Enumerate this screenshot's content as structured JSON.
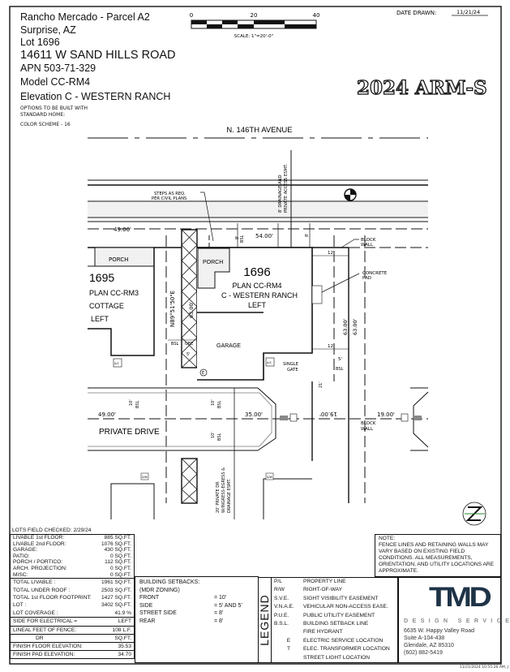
{
  "header": {
    "project": "Rancho Mercado - Parcel A2",
    "city": "Surprise, AZ",
    "lot": "Lot 1696",
    "address": "14611 W SAND HILLS ROAD",
    "apn": "APN  503-71-329",
    "model": "Model CC-RM4",
    "elevation": "Elevation C - WESTERN RANCH",
    "options_1": "OPTIONS TO BE BUILT WITH",
    "options_2": "STANDARD HOME:",
    "color_scheme": "COLOR SCHEME - 16",
    "date_label": "DATE DRAWN:",
    "date_value": "11/21/24"
  },
  "scale_bar": {
    "tick_0": "0",
    "tick_20": "20",
    "tick_40": "40",
    "label": "SCALE: 1\"=20'-0\""
  },
  "plan": {
    "street": "N. 146TH AVENUE",
    "easement_1": "8' DRAINAGE AND",
    "easement_2": "PRIVATE ACCESS ESMT.",
    "steps_1": "STEPS AS REQ.",
    "steps_2": "PER CIVIL PLANS",
    "dim_49_top": "49.00'",
    "dim_54": "54.00'",
    "dim_8a": "8'",
    "dim_8b": "8'",
    "bsl": "BSL",
    "block_wall_1": "BLOCK",
    "block_wall_2": "WALL",
    "concrete_1": "CONCRETE",
    "concrete_2": "PAD",
    "dim_12a": "12'",
    "dim_12b": "12'",
    "dim_63a": "63.00'",
    "dim_63b": "63.00'",
    "dim_63c": "63.00'",
    "bearing": "N89°51'50\"E",
    "dim_5": "5'",
    "ube": "UBE",
    "porch": "PORCH",
    "lot_number": "1696",
    "lot_plan": "PLAN CC-RM4",
    "lot_elev": "C - WESTERN RANCH",
    "lot_hand": "LEFT",
    "garage": "GARAGE",
    "neighbor_number": "1695",
    "neighbor_plan": "PLAN CC-RM3",
    "neighbor_elev": "COTTAGE",
    "neighbor_hand": "LEFT",
    "ac": "A/C",
    "single_gate_1": "SINGLE",
    "single_gate_2": "GATE",
    "dim_21": "21'",
    "dim_10": "10'",
    "private_drive": "PRIVATE DRIVE",
    "dim_49_drive": "49.00'",
    "dim_35": "35.00'",
    "dim_19a": "19.00'",
    "dim_19b": "19.00'",
    "drive_esmt_1": "20' PRIVATE DR",
    "drive_esmt_2": "W/INGRESS-EGRESS &",
    "drive_esmt_3": "DRAINAGE ESMT.",
    "dw": "D/W"
  },
  "lots_checked": "LOTS FIELD CHECKED:  2/29/24",
  "areas": [
    {
      "label": "LIVABLE 1st FLOOR:",
      "value": "885 SQ.FT."
    },
    {
      "label": "LIVABLE 2nd FLOOR:",
      "value": "1076 SQ.FT."
    },
    {
      "label": "GARAGE:",
      "value": "430 SQ.FT."
    },
    {
      "label": "PATIO:",
      "value": "0 SQ.FT."
    },
    {
      "label": "PORCH / PORTICO:",
      "value": "112 SQ.FT."
    },
    {
      "label": "ARCH. PROJECTION:",
      "value": "0 SQ.FT."
    },
    {
      "label": "MISC:",
      "value": "0 SQ.FT."
    }
  ],
  "totals": [
    {
      "label": "TOTAL LIVABLE :",
      "value": "1961 SQ.FT."
    },
    {
      "label": "TOTAL UNDER ROOF :",
      "value": "2503 SQ.FT."
    },
    {
      "label": "TOTAL 1st FLOOR FOOTPRINT:",
      "value": "1427 SQ.FT."
    },
    {
      "label": "LOT :",
      "value": "3402 SQ.FT."
    },
    {
      "label": "LOT COVERAGE :",
      "value": "41.9 %"
    }
  ],
  "electrical": {
    "label": "SIDE FOR ELECTRICAL =",
    "value": "LEFT"
  },
  "fence": {
    "label": "LINEAL FEET OF FENCE:",
    "value": "108 L.F."
  },
  "drive_area": {
    "label": "DR",
    "value": "SQ.FT."
  },
  "finish_floor": {
    "label": "FINISH FLOOR ELEVATION:",
    "value": "35.53"
  },
  "finish_pad": {
    "label": "FINISH PAD ELEVATION:",
    "value": "34.70"
  },
  "setbacks": {
    "title": "BUILDING SETBACKS:",
    "zoning": "(MDR ZONING)",
    "items": [
      {
        "label": "FRONT",
        "value": "= 10'"
      },
      {
        "label": "SIDE",
        "value": "= 5' AND 5'"
      },
      {
        "label": "STREET SIDE",
        "value": "= 8'"
      },
      {
        "label": "REAR",
        "value": "= 8'"
      }
    ]
  },
  "legend": {
    "title": "LEGEND",
    "items": [
      {
        "abbr": "P/L",
        "text": "PROPERTY LINE"
      },
      {
        "abbr": "R/W",
        "text": "RIGHT-OF-WAY"
      },
      {
        "abbr": "S.V.E.",
        "text": "SIGHT VISIBILITY EASEMENT"
      },
      {
        "abbr": "V.N.A.E.",
        "text": "VEHICULAR NON-ACCESS EASE."
      },
      {
        "abbr": "P.U.E.",
        "text": "PUBLIC UTILITY EASEMENT"
      },
      {
        "abbr": "B.S.L.",
        "text": "BUILDING SETBACK LINE"
      },
      {
        "abbr": "",
        "text": "FIRE HYDRANT"
      },
      {
        "abbr": "E",
        "text": "ELECTRIC SERVICE LOCATION"
      },
      {
        "abbr": "T",
        "text": "ELEC. TRANSFORMER LOCATION"
      },
      {
        "abbr": "",
        "text": "STREET LIGHT LOCATION"
      }
    ]
  },
  "note": {
    "title": "NOTE:",
    "body": "FENCE LINES AND RETAINING WALLS MAY VARY BASED ON EXISTING FIELD CONDITIONS.  ALL MEASUREMENTS, ORIENTATION, AND UTILITY LOCATIONS ARE APPROXIMATE."
  },
  "company": {
    "logo": "TMD",
    "name": "DESIGN SERVICES",
    "address_1": "6635 W. Happy Valley Road",
    "address_2": "Suite A-104-438",
    "address_3": "Glendale, AZ 85310",
    "phone": "(602) 882-5419",
    "logo_color": "#1f3347",
    "accent_color": "#8a8d90"
  },
  "plot_stamp": "11/21/2024 10:55:26 AM, J",
  "watermark": "2024 ARM-S"
}
